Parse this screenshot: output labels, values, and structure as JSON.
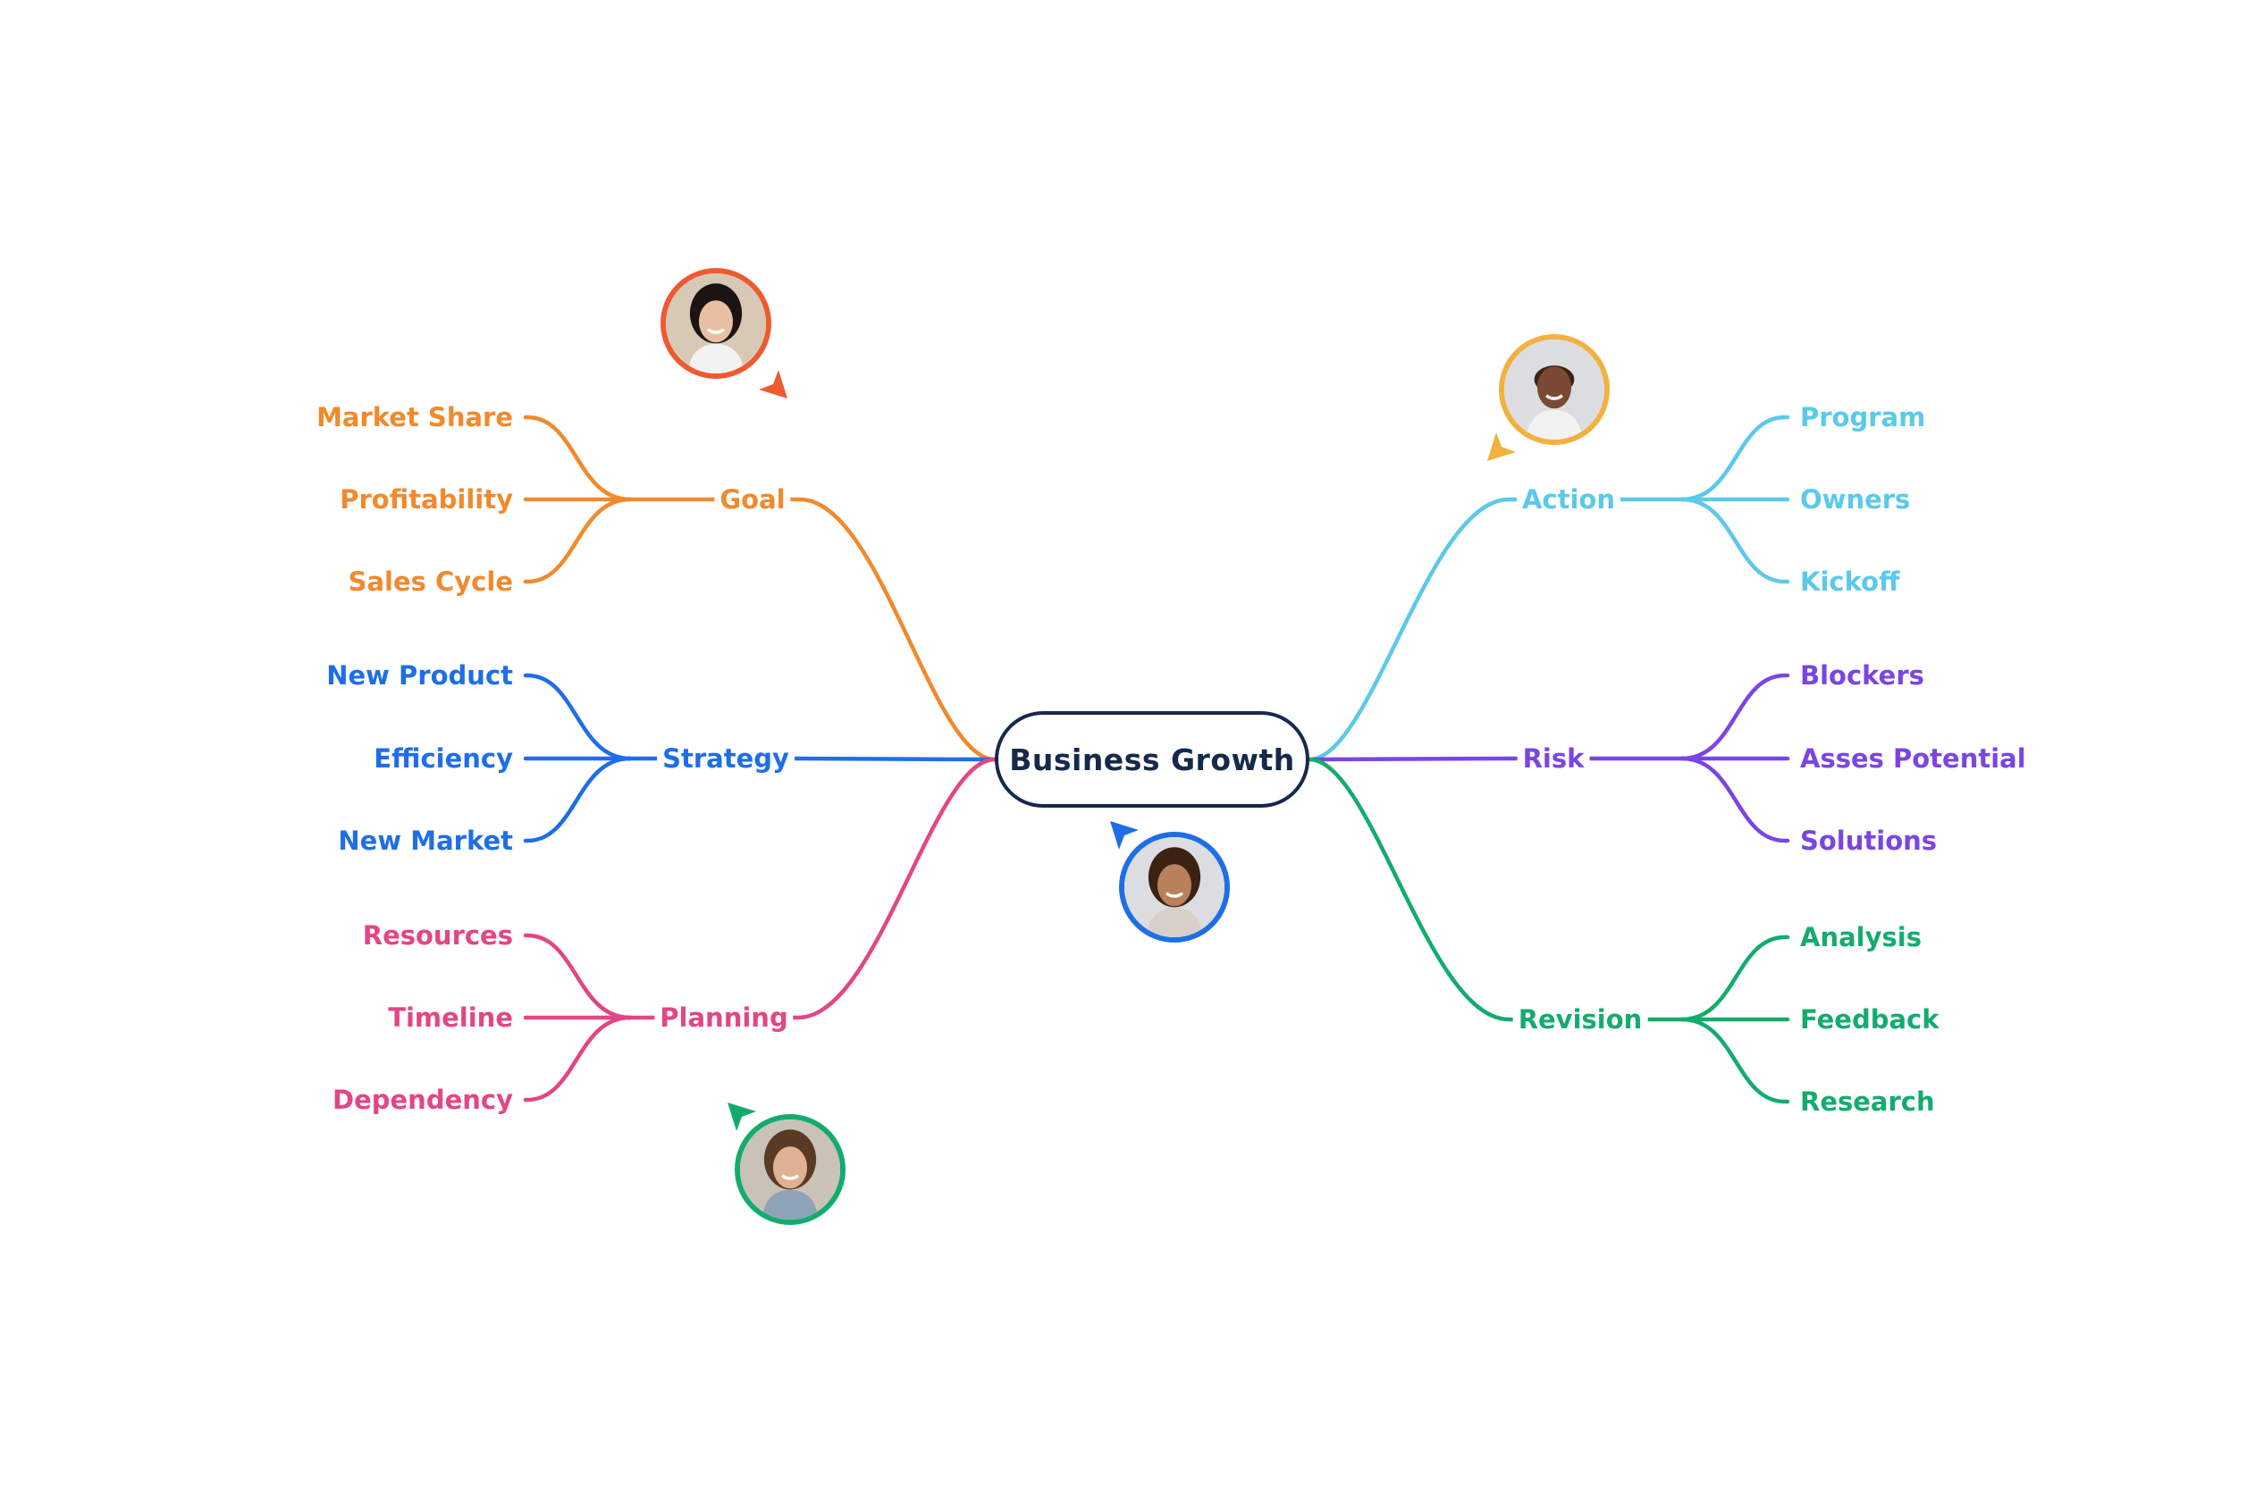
{
  "root": {
    "label": "Business Growth",
    "color": "#15294a"
  },
  "branches": [
    {
      "id": "goal",
      "label": "Goal",
      "color": "#f08a2c",
      "side": "left",
      "children": [
        "Market Share",
        "Profitability",
        "Sales Cycle"
      ]
    },
    {
      "id": "strategy",
      "label": "Strategy",
      "color": "#1f6ee8",
      "side": "left",
      "children": [
        "New Product",
        "Efficiency",
        "New Market"
      ]
    },
    {
      "id": "planning",
      "label": "Planning",
      "color": "#e34585",
      "side": "left",
      "children": [
        "Resources",
        "Timeline",
        "Dependency"
      ]
    },
    {
      "id": "action",
      "label": "Action",
      "color": "#5bc9ea",
      "side": "right",
      "children": [
        "Program",
        "Owners",
        "Kickoff"
      ]
    },
    {
      "id": "risk",
      "label": "Risk",
      "color": "#7b45e3",
      "side": "right",
      "children": [
        "Blockers",
        "Asses Potential",
        "Solutions"
      ]
    },
    {
      "id": "revision",
      "label": "Revision",
      "color": "#14ac6e",
      "side": "right",
      "children": [
        "Analysis",
        "Feedback",
        "Research"
      ]
    }
  ],
  "collaborators": [
    {
      "id": "woman-dark-hair",
      "color": "#ef5a30",
      "skin": "#e9bfa3",
      "hair": "#1c1412"
    },
    {
      "id": "man-smiling",
      "color": "#f2b13f",
      "skin": "#7a4a32",
      "hair": "#3a2418"
    },
    {
      "id": "woman-curly-hair",
      "color": "#1f6ee8",
      "skin": "#b9805c",
      "hair": "#3b2214"
    },
    {
      "id": "man-beard",
      "color": "#14ac6e",
      "skin": "#e0b092",
      "hair": "#5a3a24"
    }
  ]
}
